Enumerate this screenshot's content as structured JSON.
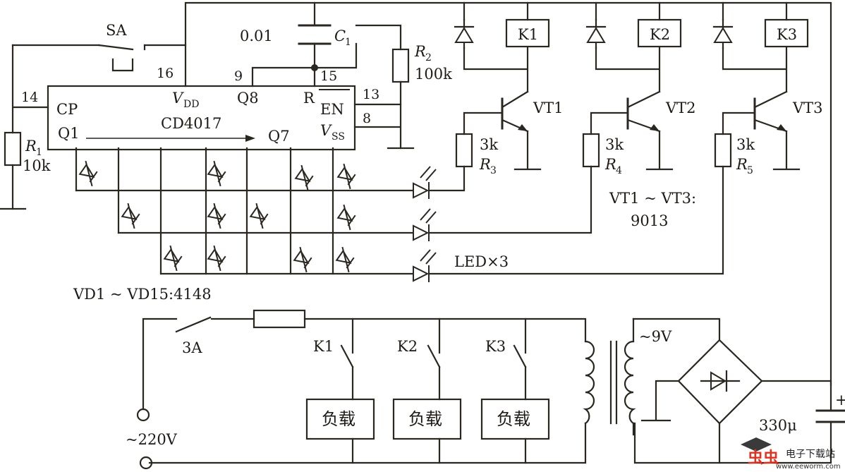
{
  "ic": {
    "name": "CD4017",
    "pins": {
      "p16": "16",
      "p9": "9",
      "p15": "15",
      "p14": "14",
      "p13": "13",
      "p8": "8"
    },
    "inner": {
      "cp": "CP",
      "vdd": "V",
      "vdd_sub": "DD",
      "q8": "Q8",
      "r": "R",
      "en": "EN",
      "q1": "Q1",
      "q7": "Q7",
      "vss": "V",
      "vss_sub": "SS"
    }
  },
  "components": {
    "sa": "SA",
    "c1_val": "0.01",
    "c1_name": "C",
    "c1_sub": "1",
    "r2_name": "R",
    "r2_sub": "2",
    "r2_val": "100k",
    "r1_name": "R",
    "r1_sub": "1",
    "r1_val": "10k",
    "k1": "K1",
    "k2": "K2",
    "k3": "K3",
    "vt1": "VT1",
    "vt2": "VT2",
    "vt3": "VT3",
    "r3_val": "3k",
    "r3_name": "R",
    "r3_sub": "3",
    "r4_val": "3k",
    "r4_name": "R",
    "r4_sub": "4",
    "r5_val": "3k",
    "r5_name": "R",
    "r5_sub": "5",
    "vt_note_1": "VT1 ~ VT3:",
    "vt_note_2": "9013",
    "led": "LED×3",
    "vd_note": "VD1 ~ VD15:4148",
    "fuse": "3A",
    "mains": "~220V",
    "tx": "~9V",
    "load1": "负载",
    "load2": "负载",
    "load3": "负载",
    "k1_sw": "K1",
    "k2_sw": "K2",
    "k3_sw": "K3",
    "cap": "330μ",
    "cap_plus": "+"
  },
  "watermark": {
    "brand": "虫虫",
    "site_cn": "电子下载站",
    "url": "www.eeworm.com"
  }
}
